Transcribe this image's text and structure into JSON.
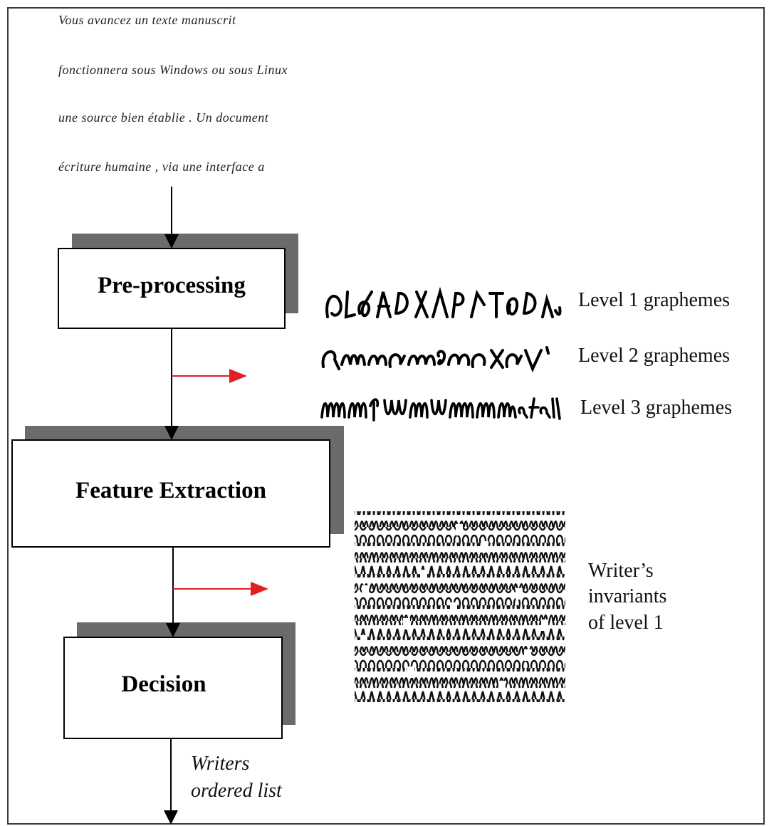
{
  "handwriting_sample": {
    "lines": [
      "Vous avancez un texte manuscrit",
      "fonctionnera sous Windows ou sous Linux",
      "une source bien établie . Un document",
      "écriture humaine , via une interface a"
    ]
  },
  "steps": [
    {
      "label": "Pre-processing"
    },
    {
      "label": "Feature Extraction"
    },
    {
      "label": "Decision"
    }
  ],
  "graphemes": [
    {
      "label": "Level 1 graphemes"
    },
    {
      "label": "Level 2 graphemes"
    },
    {
      "label": "Level 3 graphemes"
    }
  ],
  "invariants": {
    "line1": "Writer’s",
    "line2": "invariants",
    "line3": "of level 1"
  },
  "output": {
    "line1": "Writers",
    "line2": "ordered list"
  },
  "colors": {
    "flow_arrow": "#000000",
    "branch_arrow": "#e02020",
    "box_shadow": "#6b6b6b",
    "frame": "#3a3a3a"
  }
}
